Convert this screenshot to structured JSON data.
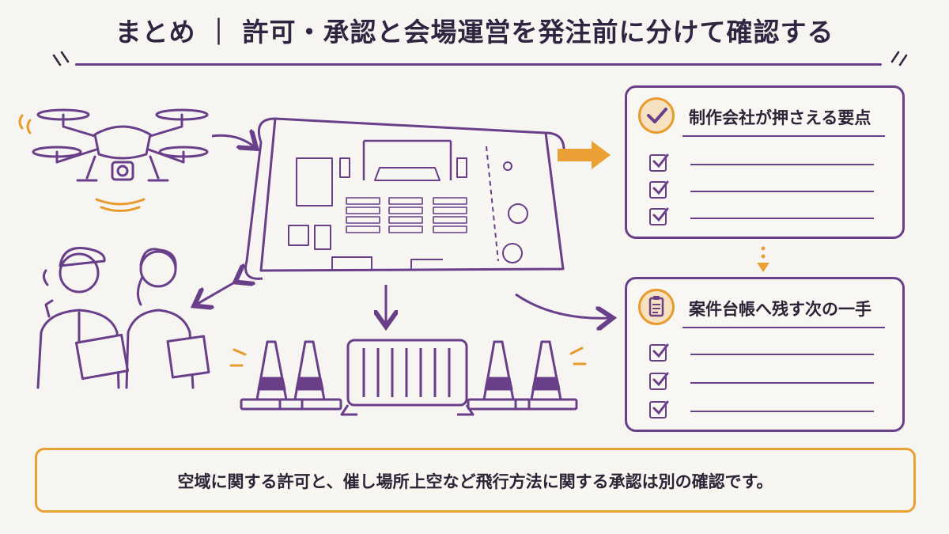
{
  "header": {
    "title": "まとめ ｜ 許可・承認と会場運営を発注前に分けて確認する"
  },
  "cards": {
    "production": {
      "heading": "制作会社が押さえる要点",
      "icon": "checkmark-circle-icon",
      "items": 3
    },
    "ledger": {
      "heading": "案件台帳へ残す次の一手",
      "icon": "clipboard-icon",
      "items": 3
    }
  },
  "footer": {
    "note": "空域に関する許可と、催し場所上空など飛行方法に関する承認は別の確認です。"
  },
  "colors": {
    "purple": "#6a3f8a",
    "orange": "#e89a2c",
    "background": "#f6f5f2",
    "text": "#2b2436"
  },
  "illustrations": [
    "drone-icon",
    "venue-floor-plan",
    "staff-people",
    "traffic-cone-icon",
    "barrier-fence-icon"
  ]
}
